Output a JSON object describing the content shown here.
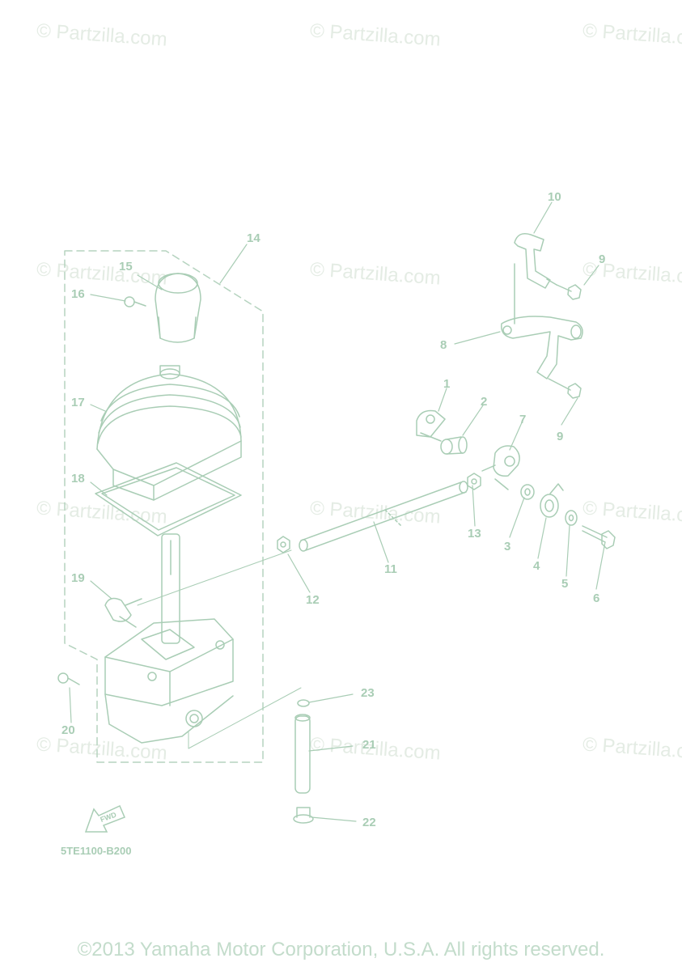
{
  "watermark": "© Partzilla.com",
  "callouts": [
    "1",
    "2",
    "3",
    "4",
    "5",
    "6",
    "7",
    "8",
    "9",
    "9",
    "10",
    "11",
    "12",
    "13",
    "14",
    "15",
    "16",
    "17",
    "18",
    "19",
    "20",
    "21",
    "22",
    "23"
  ],
  "diagram_code": "5TE1100-B200",
  "copyright": "©2013 Yamaha Motor Corporation, U.S.A. All rights reserved.",
  "colors": {
    "line": "#a9cdb5",
    "dash": "#b5d3bf",
    "watermark": "#e4ece4"
  },
  "icons": {
    "front_arrow": "fwd-arrow-icon"
  }
}
